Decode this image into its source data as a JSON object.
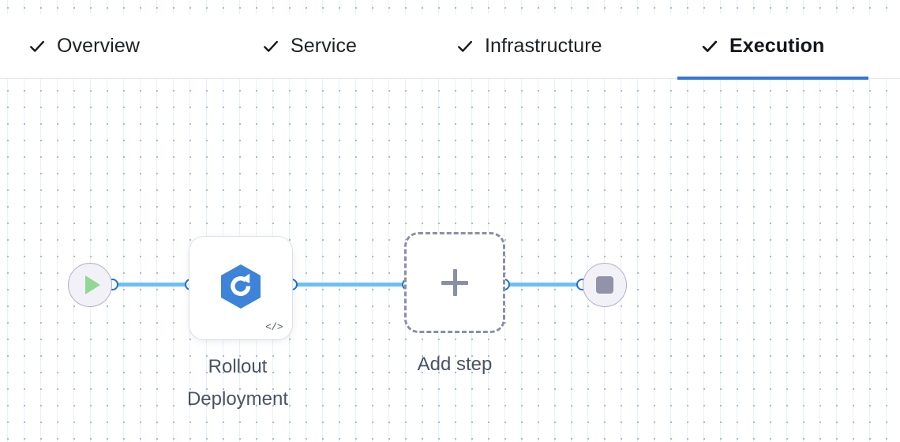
{
  "window": {
    "background": "#ffffff",
    "canvas_dot_color": "#aebbc9"
  },
  "tabs": {
    "active_index": 3,
    "accent_color": "#3576d4",
    "items": [
      {
        "label": "Overview",
        "icon": "check-icon",
        "completed": true,
        "active": false
      },
      {
        "label": "Service",
        "icon": "check-icon",
        "completed": true,
        "active": false
      },
      {
        "label": "Infrastructure",
        "icon": "check-icon",
        "completed": true,
        "active": false
      },
      {
        "label": "Execution",
        "icon": "check-icon",
        "completed": true,
        "active": true
      }
    ]
  },
  "pipeline": {
    "start_node": {
      "name": "start-node",
      "icon": "play-icon",
      "icon_color": "#90d894",
      "fill": "#f2f1f8",
      "border": "#b2afc6"
    },
    "steps": [
      {
        "name": "rollout-deployment-step",
        "label": "Rollout\nDeployment",
        "icon": "rollout-deployment-icon",
        "icon_color": "#3d84d8",
        "badge_icon": "code-icon",
        "badge_text": "</>"
      }
    ],
    "add_step": {
      "name": "add-step-node",
      "label": "Add step",
      "icon": "plus-icon",
      "icon_color": "#8a8fa6",
      "border_style": "dashed"
    },
    "end_node": {
      "name": "end-node",
      "icon": "stop-icon",
      "icon_color": "#9292a8",
      "fill": "#f2f1f8",
      "border": "#b2afc6"
    },
    "edge_color": "#6cc0f5",
    "port_color": "#1f6fd0"
  }
}
